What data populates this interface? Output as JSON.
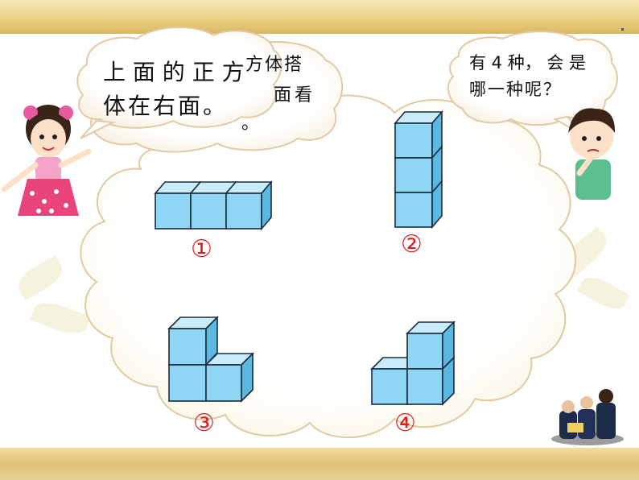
{
  "bubble_back": {
    "line1": "方体搭",
    "line2": "面看",
    "line3": "。"
  },
  "bubble_girl": {
    "line1": "上 面 的 正 方",
    "line2": "体在右面。"
  },
  "bubble_boy": {
    "line1": "有 4 种， 会 是",
    "line2": "哪一种呢？"
  },
  "options": [
    {
      "label": "①",
      "shape": "three-in-a-row"
    },
    {
      "label": "②",
      "shape": "three-stacked"
    },
    {
      "label": "③",
      "shape": "left-two-high"
    },
    {
      "label": "④",
      "shape": "right-two-high"
    }
  ],
  "colors": {
    "cube_face": "#8fd6f5",
    "cube_top": "#c9ecfb",
    "cube_side": "#5ab8e3",
    "label": "#e21a1a",
    "bar": "#e3c878"
  },
  "icons": [
    "girl-character",
    "boy-character",
    "children-reading-photo"
  ]
}
